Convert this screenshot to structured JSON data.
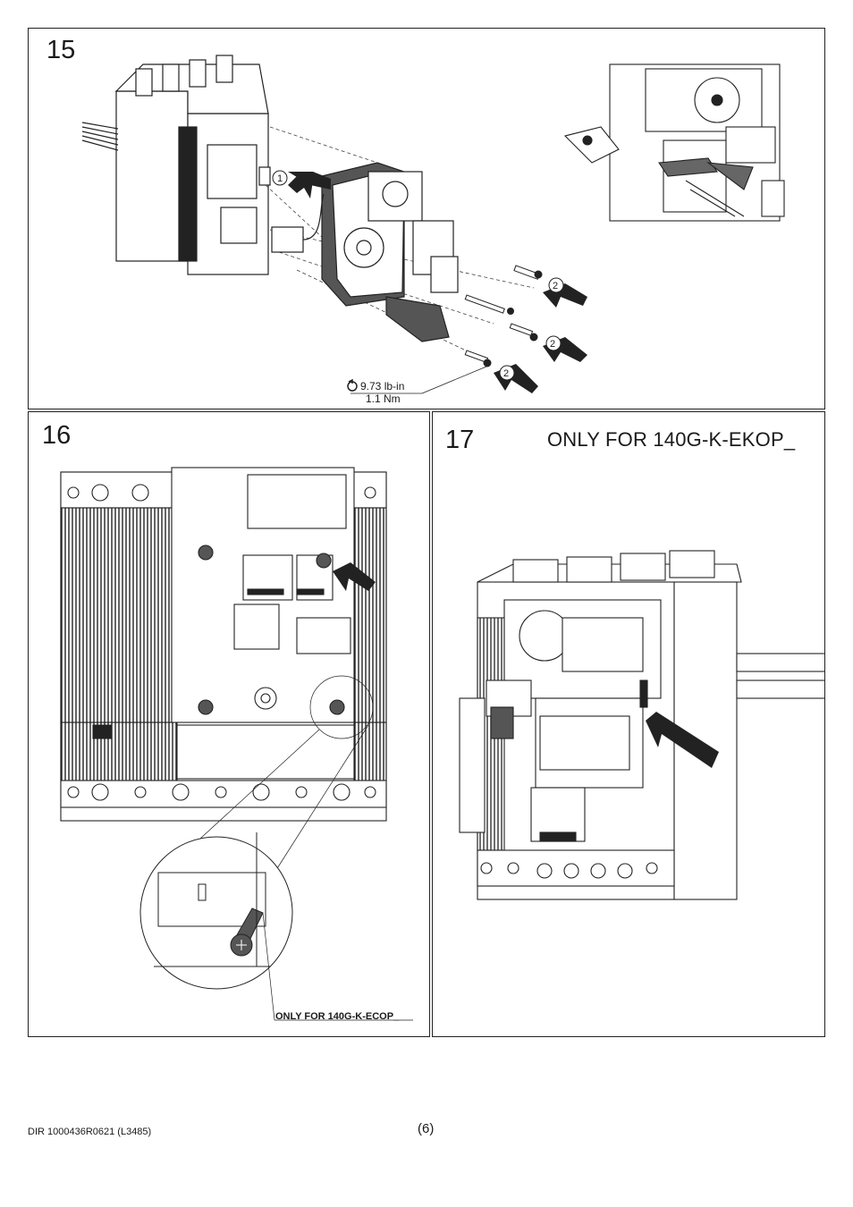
{
  "steps": [
    {
      "number": "15",
      "torque": {
        "imperial": "9.73 lb-in",
        "metric": "1.1 Nm"
      },
      "callouts": [
        "1",
        "2",
        "2",
        "2"
      ]
    },
    {
      "number": "16",
      "note": "ONLY FOR 140G-K-ECOP_"
    },
    {
      "number": "17",
      "note": "ONLY FOR 140G-K-EKOP_"
    }
  ],
  "footer": {
    "document_id": "DIR 1000436R0621 (L3485)",
    "page": "(6)"
  },
  "icons": [
    "torque-icon",
    "callout-1-icon",
    "callout-2-icon",
    "arrow-icon",
    "screw-icon"
  ]
}
